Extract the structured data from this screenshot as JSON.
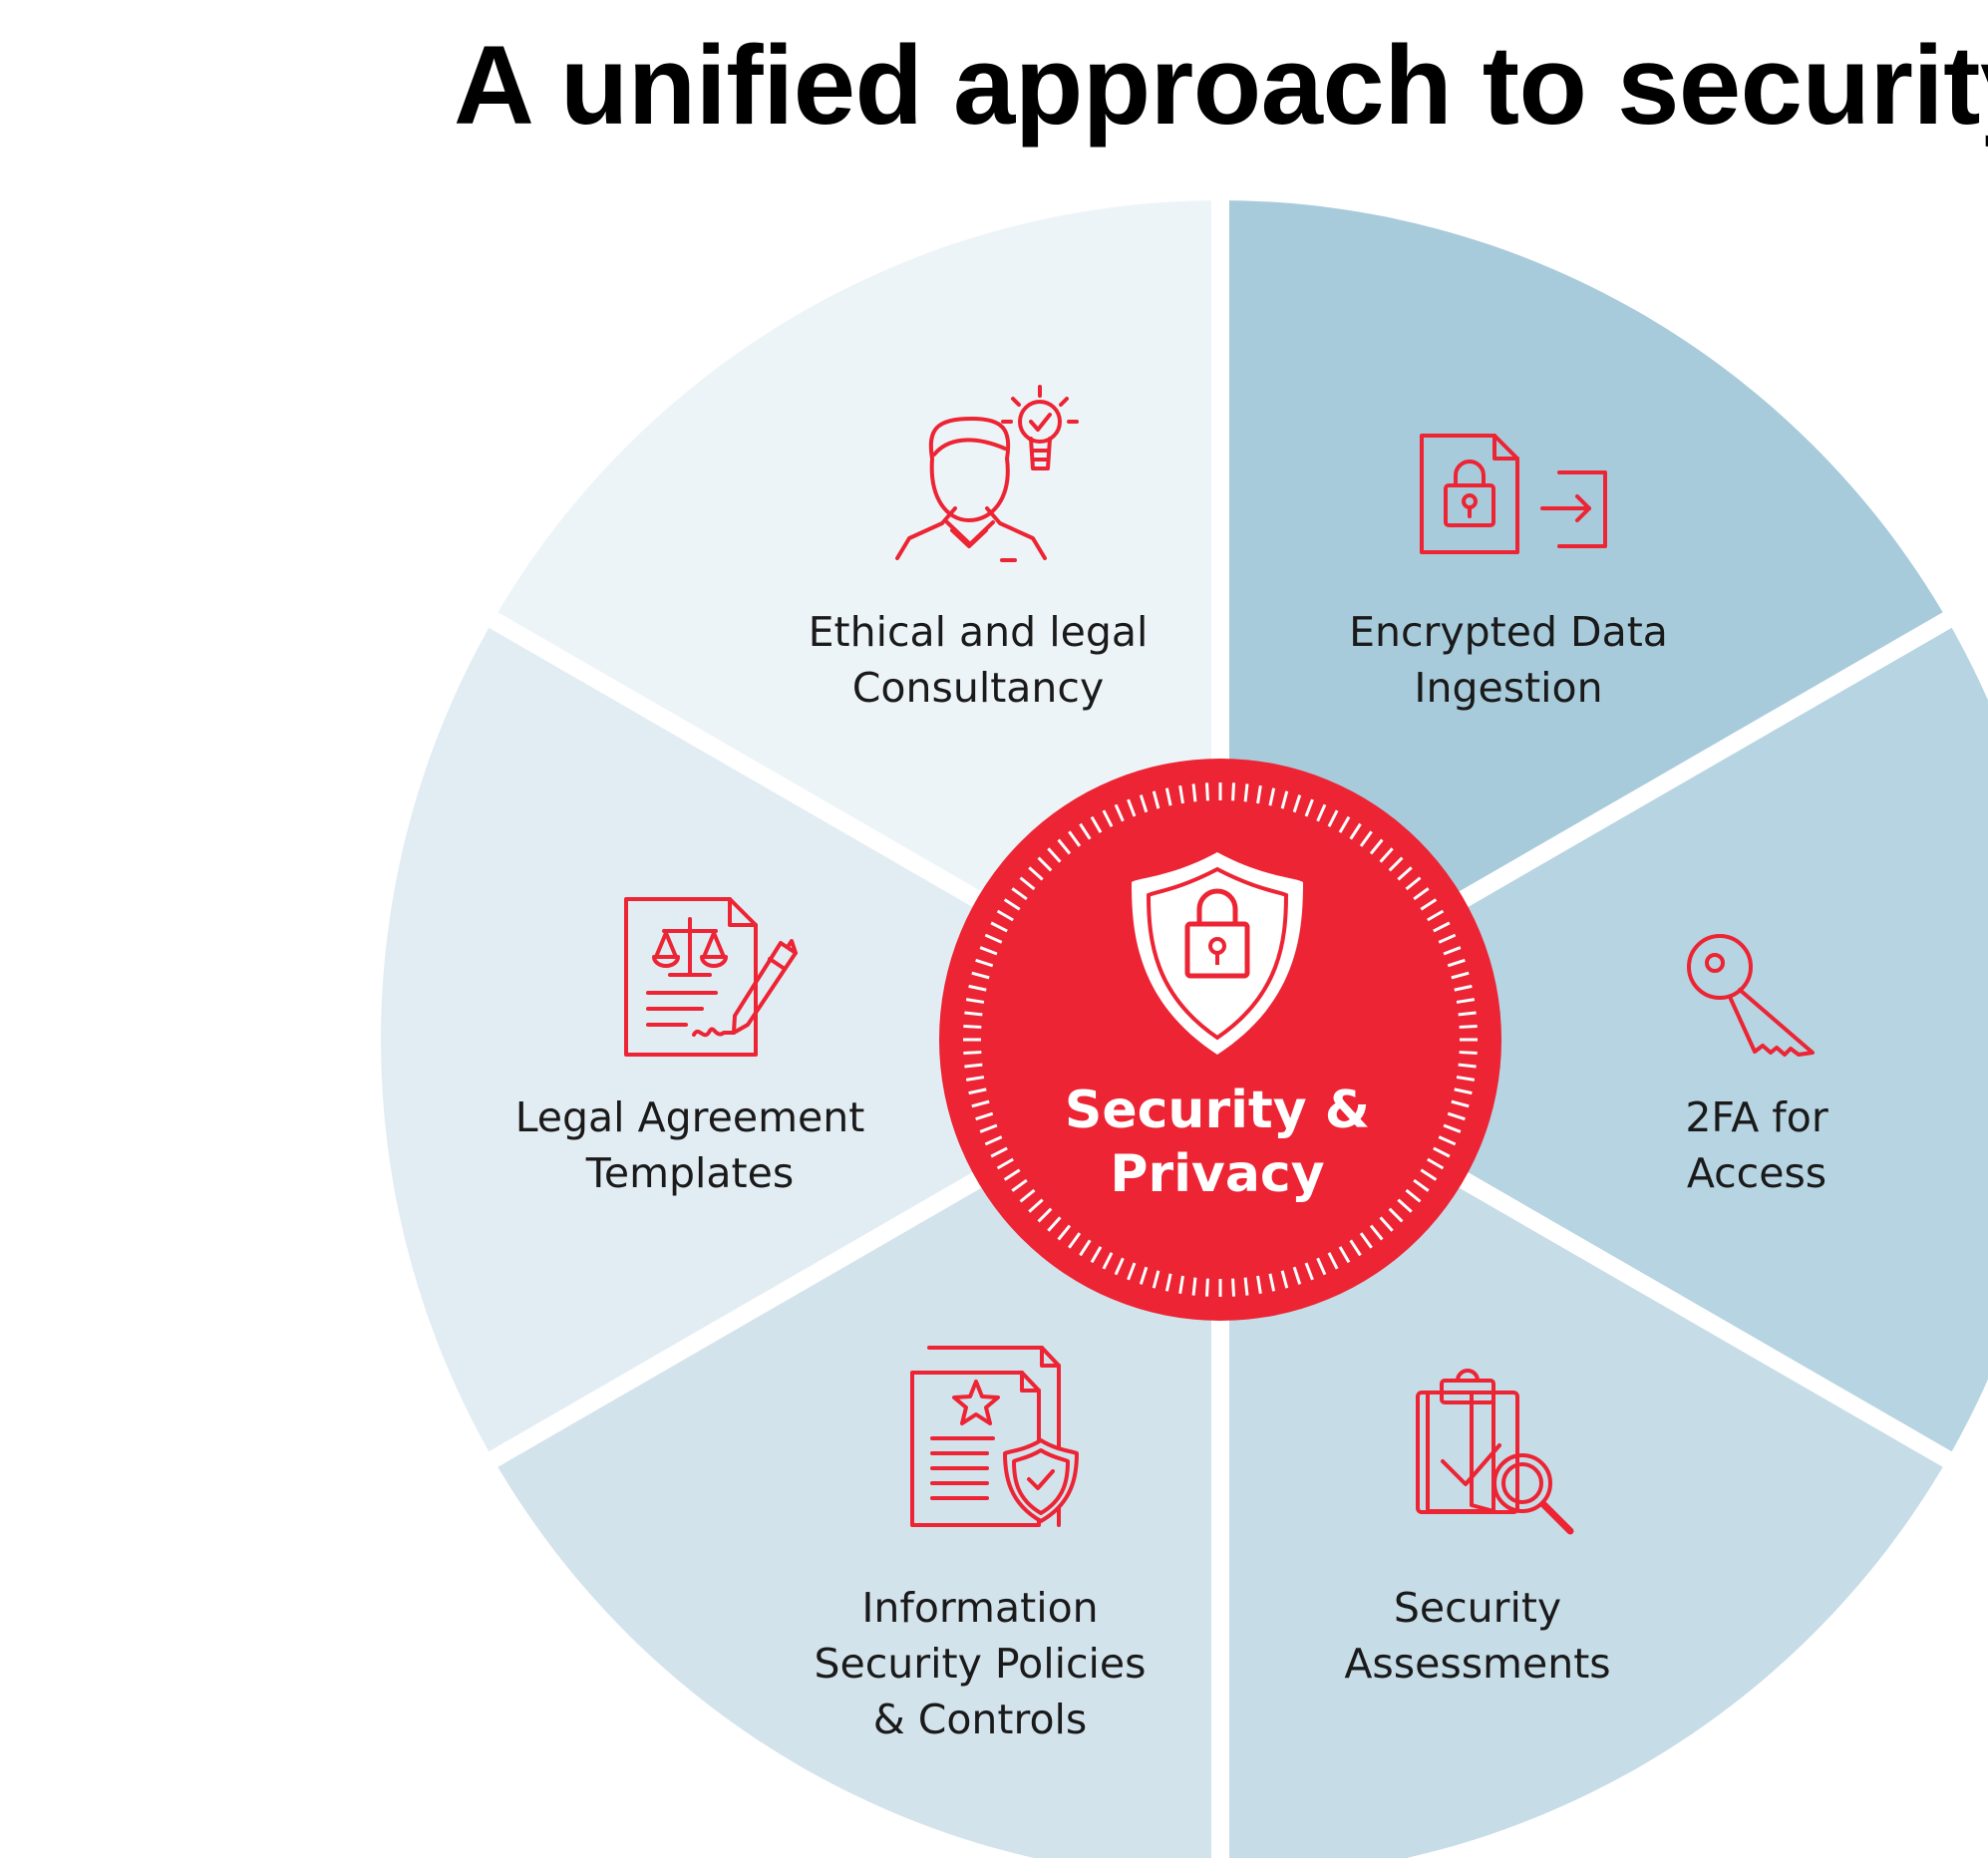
{
  "title": "A unified approach to security",
  "center": {
    "lines": [
      "Security &",
      "Privacy"
    ],
    "icon": "shield-lock-icon"
  },
  "segments": [
    {
      "id": "encrypted-data-ingestion",
      "lines": [
        "Encrypted Data",
        "Ingestion"
      ],
      "icon": "locked-file-arrow-icon"
    },
    {
      "id": "2fa-for-access",
      "lines": [
        "2FA for",
        "Access"
      ],
      "icon": "key-icon"
    },
    {
      "id": "security-assessments",
      "lines": [
        "Security",
        "Assessments"
      ],
      "icon": "clipboard-magnifier-icon"
    },
    {
      "id": "information-security-policies",
      "lines": [
        "Information",
        "Security Policies",
        "& Controls"
      ],
      "icon": "document-shield-icon"
    },
    {
      "id": "legal-agreement-templates",
      "lines": [
        "Legal Agreement",
        "Templates"
      ],
      "icon": "legal-document-pen-icon"
    },
    {
      "id": "ethical-legal-consultancy",
      "lines": [
        "Ethical and legal",
        "Consultancy"
      ],
      "icon": "consultant-lightbulb-icon"
    }
  ],
  "colors": {
    "accent": "#ec2434",
    "segment_fills": [
      "#a8cbdb",
      "#b6d4e1",
      "#c6dce7",
      "#d3e3ec",
      "#e2edf3",
      "#edf4f7"
    ],
    "divider": "#ffffff",
    "text": "#1a1a1a"
  }
}
